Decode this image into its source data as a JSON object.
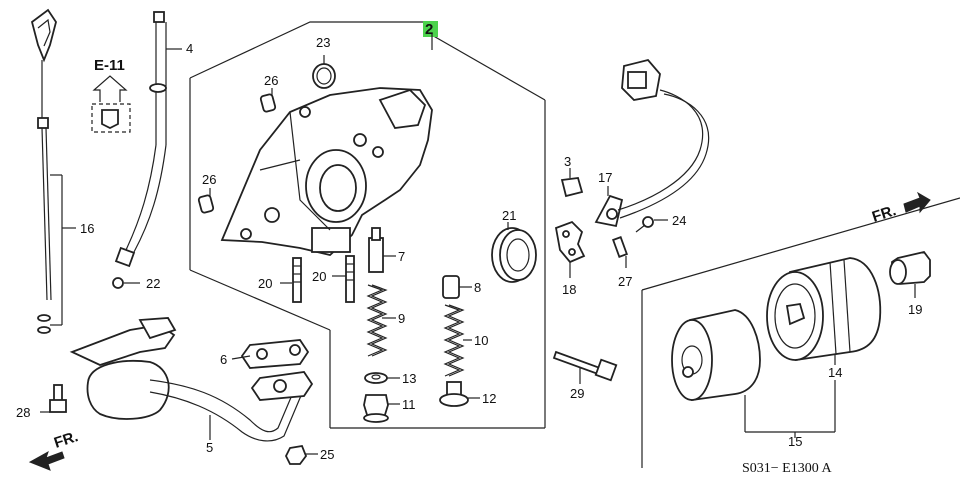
{
  "callouts": [
    "2",
    "3",
    "4",
    "5",
    "6",
    "7",
    "8",
    "9",
    "10",
    "11",
    "12",
    "13",
    "14",
    "15",
    "16",
    "17",
    "18",
    "19",
    "20",
    "20",
    "21",
    "22",
    "23",
    "24",
    "25",
    "26",
    "26",
    "27",
    "28",
    "29"
  ],
  "ref_arrow": "E-11",
  "front_label_right": "FR.",
  "front_label_left": "FR.",
  "diagram_code": "S031− E1300 A",
  "highlight_color": "#4cd24c"
}
